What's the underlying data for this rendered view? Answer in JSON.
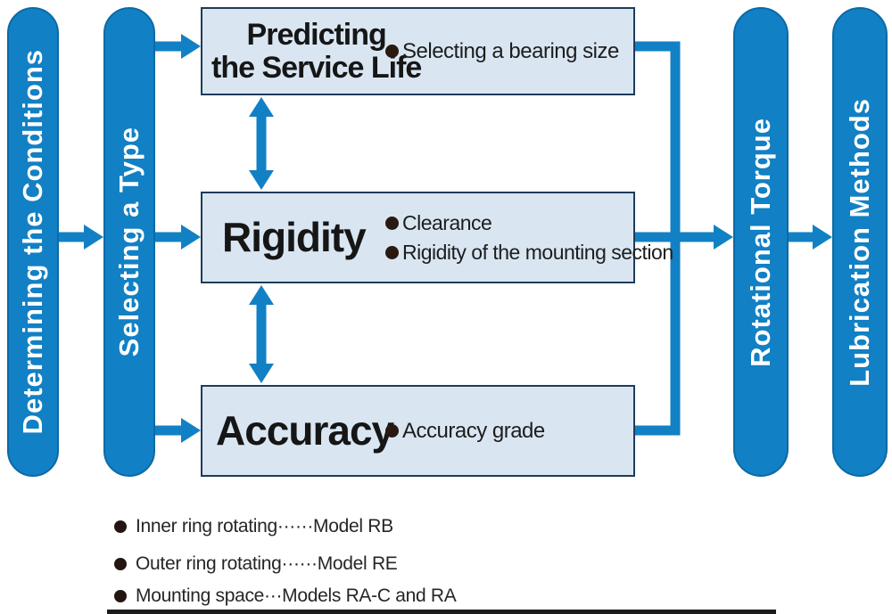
{
  "colors": {
    "process_blue": "#1280c4",
    "pill_border": "#0c6aa6",
    "box_fill": "#d9e6f2",
    "box_border": "#1f3b5a",
    "bullet_dot": "#2a1910",
    "text_dark": "#1d1d1d"
  },
  "pills": [
    {
      "label": "Determining the Conditions"
    },
    {
      "label": "Selecting a Type"
    },
    {
      "label": "Rotational Torque"
    },
    {
      "label": "Lubrication Methods"
    }
  ],
  "boxes": [
    {
      "title": "Predicting\nthe Service Life",
      "bullets": {
        "0": "Selecting a bearing size"
      }
    },
    {
      "title": "Rigidity",
      "bullets": {
        "0": "Clearance",
        "1": "Rigidity of the mounting section"
      }
    },
    {
      "title": "Accuracy",
      "bullets": {
        "0": "Accuracy grade"
      }
    }
  ],
  "legend": [
    {
      "text": "Inner ring rotating······Model RB"
    },
    {
      "text": "Outer ring rotating······Model RE"
    },
    {
      "text": "Mounting space···Models RA-C and RA"
    }
  ]
}
